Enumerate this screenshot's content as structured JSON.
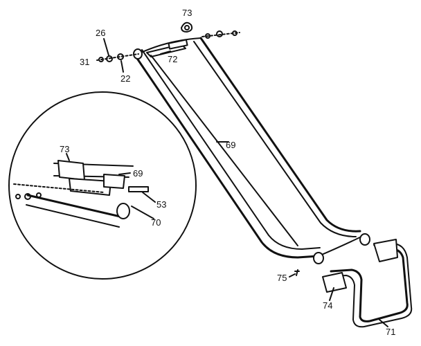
{
  "callouts": {
    "c73_top": "73",
    "c26": "26",
    "c31": "31",
    "c22": "22",
    "c72": "72",
    "c69_main": "69",
    "c73_inset": "73",
    "c69_inset": "69",
    "c53": "53",
    "c70": "70",
    "c75": "75",
    "c74": "74",
    "c71": "71"
  }
}
